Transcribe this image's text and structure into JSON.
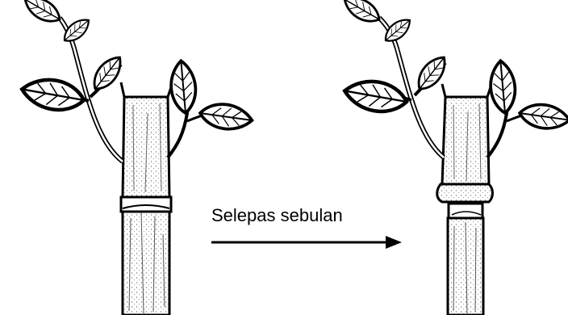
{
  "caption": "Selepas sebulan",
  "colors": {
    "ink": "#000000",
    "paper": "#ffffff",
    "shade": "#d9d9d9"
  },
  "panels": [
    {
      "name": "before",
      "description_icon": "stem-with-fresh-graft-icon"
    },
    {
      "name": "after",
      "description_icon": "stem-with-healed-graft-icon"
    }
  ],
  "arrow_icon": "right-arrow-icon"
}
